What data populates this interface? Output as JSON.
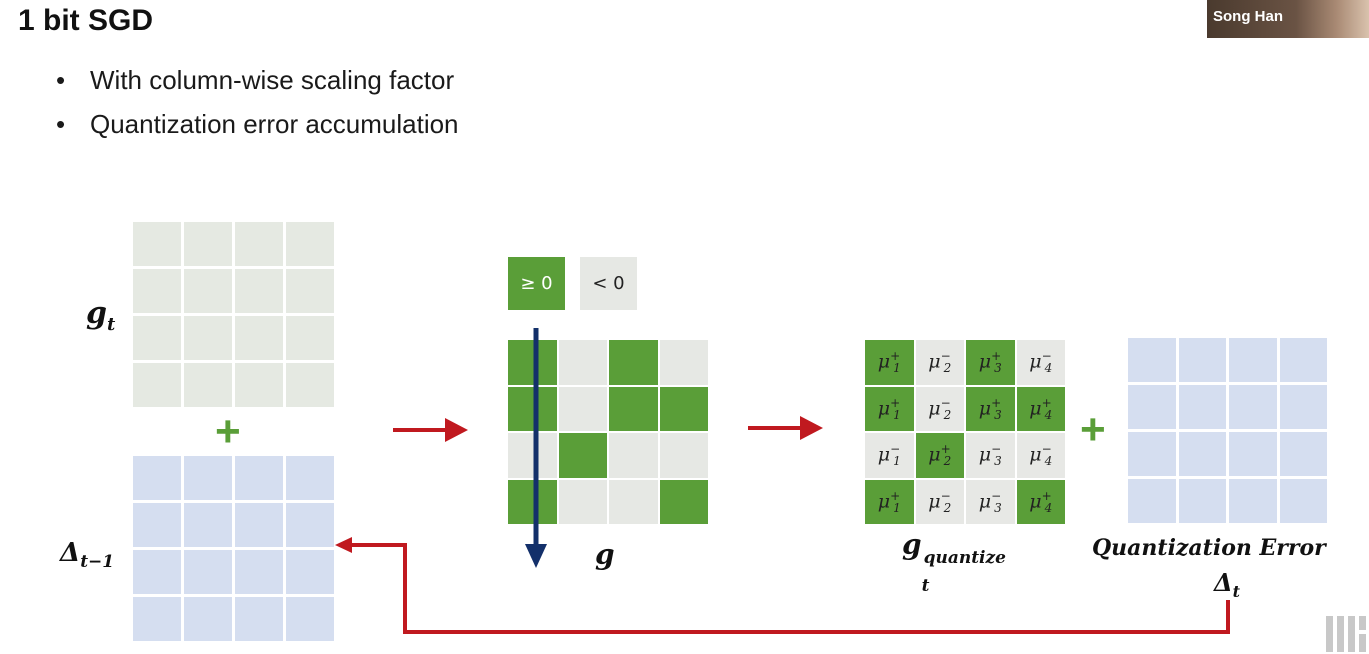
{
  "slide": {
    "title": "1 bit SGD",
    "bullets": [
      "With column-wise scaling factor",
      "Quantization error accumulation"
    ]
  },
  "video_overlay": {
    "speaker_name": "Song Han"
  },
  "labels": {
    "g_t": "g",
    "g_t_sub": "t",
    "delta_prev": "Δ",
    "delta_prev_sub": "t−1",
    "g": "g",
    "gq": "g",
    "gq_sub": "t",
    "gq_sup": "quantize",
    "qerr": "Quantization Error",
    "delta_t": "Δ",
    "delta_t_sub": "t"
  },
  "legend": {
    "positive": "≥ 0",
    "negative": "< 0"
  },
  "colors": {
    "green": "#5a9e38",
    "red_arrow": "#c0191f",
    "navy_arrow": "#13306a",
    "blue_cell": "#d5def0",
    "gray_cell": "#e5e9e2"
  },
  "sign_matrix": [
    [
      1,
      0,
      1,
      0
    ],
    [
      1,
      0,
      1,
      1
    ],
    [
      0,
      1,
      0,
      0
    ],
    [
      1,
      0,
      0,
      1
    ]
  ],
  "quantized_matrix": [
    [
      {
        "col": "1",
        "sign": "+"
      },
      {
        "col": "2",
        "sign": "−"
      },
      {
        "col": "3",
        "sign": "+"
      },
      {
        "col": "4",
        "sign": "−"
      }
    ],
    [
      {
        "col": "1",
        "sign": "+"
      },
      {
        "col": "2",
        "sign": "−"
      },
      {
        "col": "3",
        "sign": "+"
      },
      {
        "col": "4",
        "sign": "+"
      }
    ],
    [
      {
        "col": "1",
        "sign": "−"
      },
      {
        "col": "2",
        "sign": "+"
      },
      {
        "col": "3",
        "sign": "−"
      },
      {
        "col": "4",
        "sign": "−"
      }
    ],
    [
      {
        "col": "1",
        "sign": "+"
      },
      {
        "col": "2",
        "sign": "−"
      },
      {
        "col": "3",
        "sign": "−"
      },
      {
        "col": "4",
        "sign": "+"
      }
    ]
  ],
  "symbols": {
    "mu": "μ",
    "plus": "+"
  }
}
